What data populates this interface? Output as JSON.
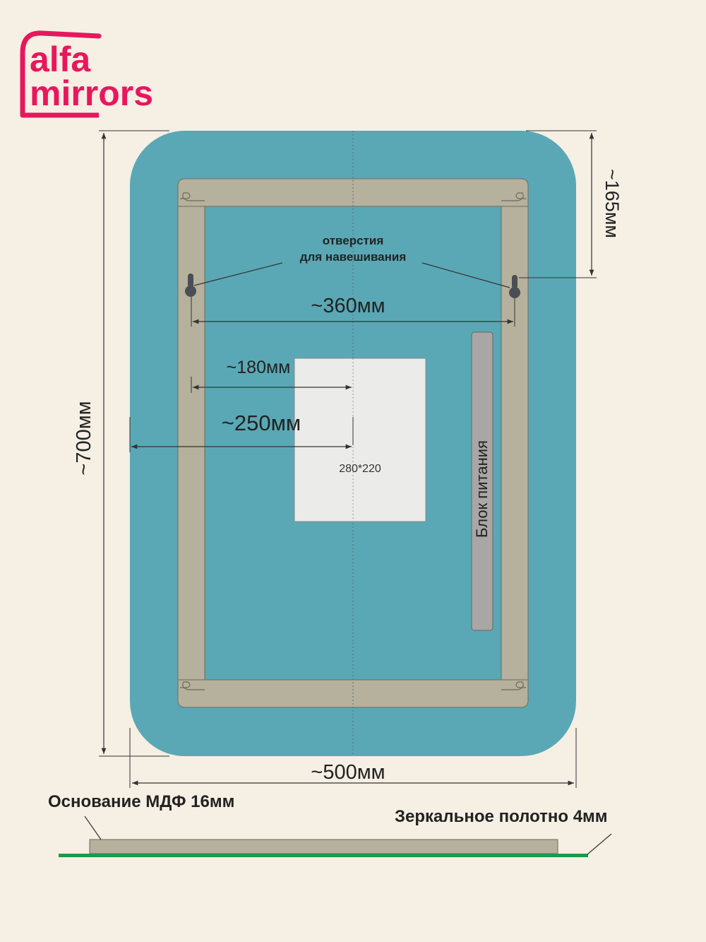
{
  "brand": {
    "line1": "alfa",
    "line2": "mirrors",
    "color": "#e8175d"
  },
  "labels": {
    "hanging_holes_line1": "отверстия",
    "hanging_holes_line2": "для навешивания",
    "dim_360": "~360мм",
    "dim_180": "~180мм",
    "dim_250": "~250мм",
    "dim_165": "~165мм",
    "dim_700": "~700мм",
    "dim_500": "~500мм",
    "cutout_size": "280*220",
    "power_unit": "Блок питания",
    "mdf_base": "Основание МДФ 16мм",
    "mirror_sheet": "Зеркальное полотно 4мм"
  },
  "colors": {
    "background": "#f5efe4",
    "mirror": "#5aa8b5",
    "frame": "#b5b19c",
    "cutout": "#ebebea",
    "power_unit": "#a9a7a3",
    "mirror_edge": "#1a9a4a",
    "line": "#555555"
  }
}
